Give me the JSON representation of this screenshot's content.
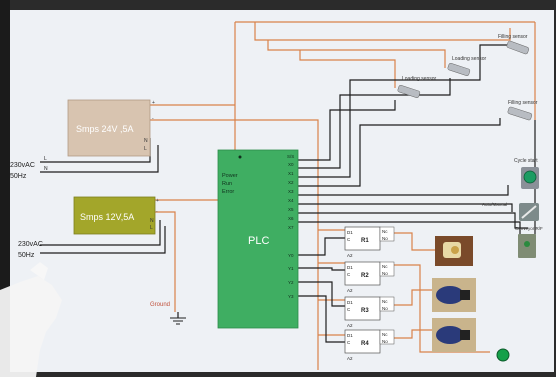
{
  "power_supplies": [
    {
      "name": "Smps 24V ,5A",
      "terminals": [
        "+",
        "-",
        "N",
        "L"
      ]
    },
    {
      "name": "Smps 12V,5A",
      "terminals": [
        "+",
        "-",
        "N",
        "L"
      ]
    }
  ],
  "mains_inputs": [
    {
      "voltage": "230vAC",
      "frequency": "50Hz",
      "line": "L",
      "neutral": "N"
    },
    {
      "voltage": "230vAC",
      "frequency": "50Hz"
    }
  ],
  "plc": {
    "name": "PLC",
    "status_labels": [
      "Power",
      "Run",
      "Error"
    ],
    "inputs": [
      "X0",
      "X1",
      "X2",
      "X3",
      "X4",
      "X5",
      "X6",
      "X7"
    ],
    "outputs": [
      "Y0",
      "Y1",
      "Y2",
      "Y3"
    ],
    "common": "S/S"
  },
  "relays": [
    {
      "name": "R1",
      "pins": [
        "D1",
        "C",
        "A2"
      ],
      "contacts": [
        "Nc",
        "No"
      ]
    },
    {
      "name": "R2",
      "pins": [
        "D1",
        "C",
        "A2"
      ],
      "contacts": [
        "Nc",
        "No"
      ]
    },
    {
      "name": "R3",
      "pins": [
        "D1",
        "C",
        "A2"
      ],
      "contacts": [
        "Nc",
        "No"
      ]
    },
    {
      "name": "R4",
      "pins": [
        "D1",
        "C",
        "A2"
      ],
      "contacts": [
        "Nc",
        "No"
      ]
    }
  ],
  "sensors": [
    "Filling sensor",
    "Loading sensor",
    "Loading sensor",
    "Filling sensor"
  ],
  "buttons": [
    "Cycle start",
    "Auto/Manual",
    "Conveyor R/F"
  ],
  "ground_label": "Ground",
  "colors": {
    "wire_orange": "#d9824a",
    "wire_black": "#1e1e1e",
    "smps24": "#d8c4b0",
    "smps12": "#a3a62a",
    "plc": "#3fae62",
    "background": "#eef1f5"
  }
}
